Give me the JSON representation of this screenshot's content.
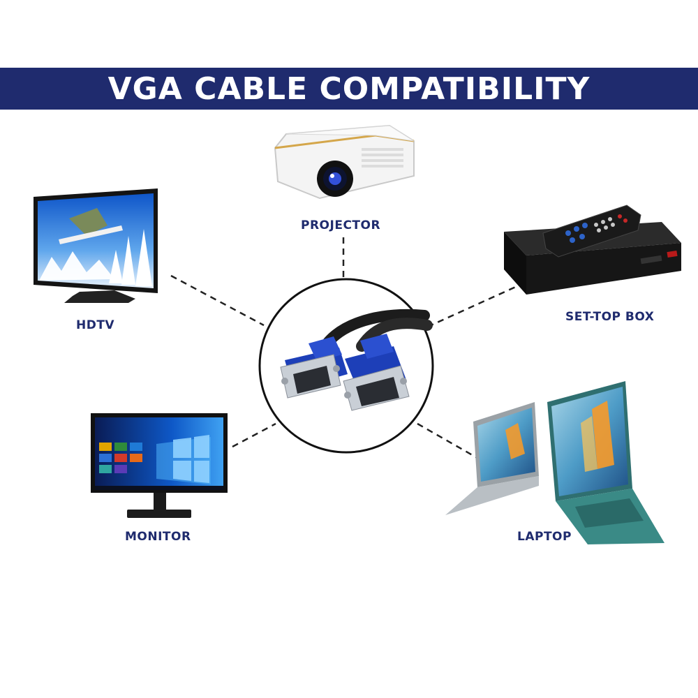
{
  "title": "VGA CABLE COMPATIBILITY",
  "colors": {
    "banner": "#1f2b6e",
    "label": "#1f2b6e",
    "connector": "#1d3fb8",
    "cable": "#222222"
  },
  "devices": {
    "projector": {
      "label": "PROJECTOR",
      "icon": "projector-icon"
    },
    "hdtv": {
      "label": "HDTV",
      "icon": "tv-icon"
    },
    "settop": {
      "label": "SET-TOP BOX",
      "icon": "set-top-box-icon"
    },
    "monitor": {
      "label": "MONITOR",
      "icon": "monitor-icon"
    },
    "laptop": {
      "label": "LAPTOP",
      "icon": "laptop-icon"
    }
  },
  "center": {
    "icon": "vga-cable-icon"
  }
}
